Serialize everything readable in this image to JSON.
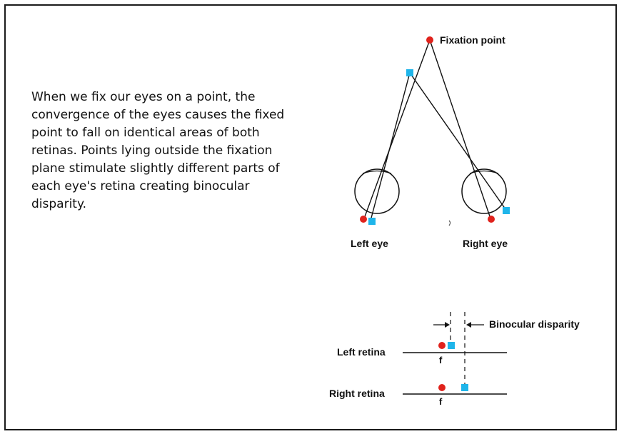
{
  "text": {
    "explanation": "When we fix our eyes on a point, the convergence of the eyes causes the fixed point to fall on identical areas of both retinas. Points lying outside the fixation plane stimulate slightly different parts of each eye's retina creating binocular disparity."
  },
  "labels": {
    "fixation_point": "Fixation point",
    "left_eye": "Left eye",
    "right_eye": "Right eye",
    "binocular_disparity": "Binocular disparity",
    "left_retina": "Left retina",
    "right_retina": "Right retina",
    "fovea_left": "f",
    "fovea_right": "f"
  },
  "colors": {
    "fixation_dot": "#e0221c",
    "object_square": "#1fb5ea",
    "lines": "#111111"
  }
}
